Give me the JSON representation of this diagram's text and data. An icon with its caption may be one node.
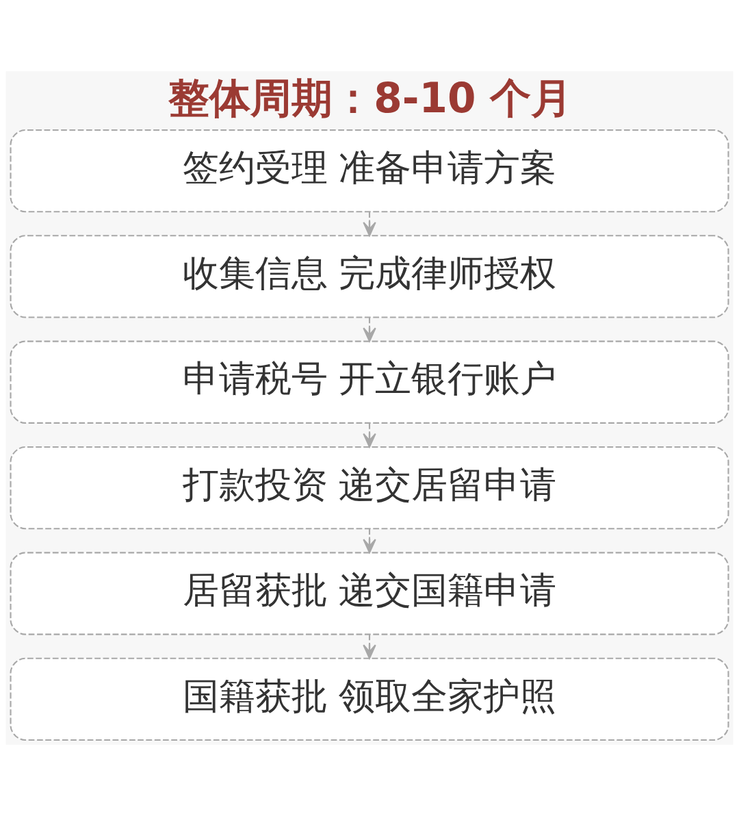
{
  "diagram": {
    "title": "整体周期：8-10 个月",
    "nodes": [
      {
        "text": [
          "签约受理 准备申请方案"
        ]
      },
      {
        "text": [
          "收集信息 完成律师授权"
        ]
      },
      {
        "text": [
          "申请税号 开立银行账户"
        ]
      },
      {
        "text": [
          "打款投资 递交居留申请"
        ]
      },
      {
        "text": [
          "居留获批 递交国籍申请"
        ]
      },
      {
        "text": [
          "国籍获批 领取全家护照"
        ]
      }
    ],
    "edges": [
      {
        "from": 0,
        "to": 1,
        "arrow": "to",
        "style": "dashed"
      },
      {
        "from": 1,
        "to": 2,
        "arrow": "to",
        "style": "dashed"
      },
      {
        "from": 2,
        "to": 3,
        "arrow": "to",
        "style": "dashed"
      },
      {
        "from": 3,
        "to": 4,
        "arrow": "to",
        "style": "dashed"
      },
      {
        "from": 4,
        "to": 5,
        "arrow": "to",
        "style": "dashed"
      }
    ]
  }
}
